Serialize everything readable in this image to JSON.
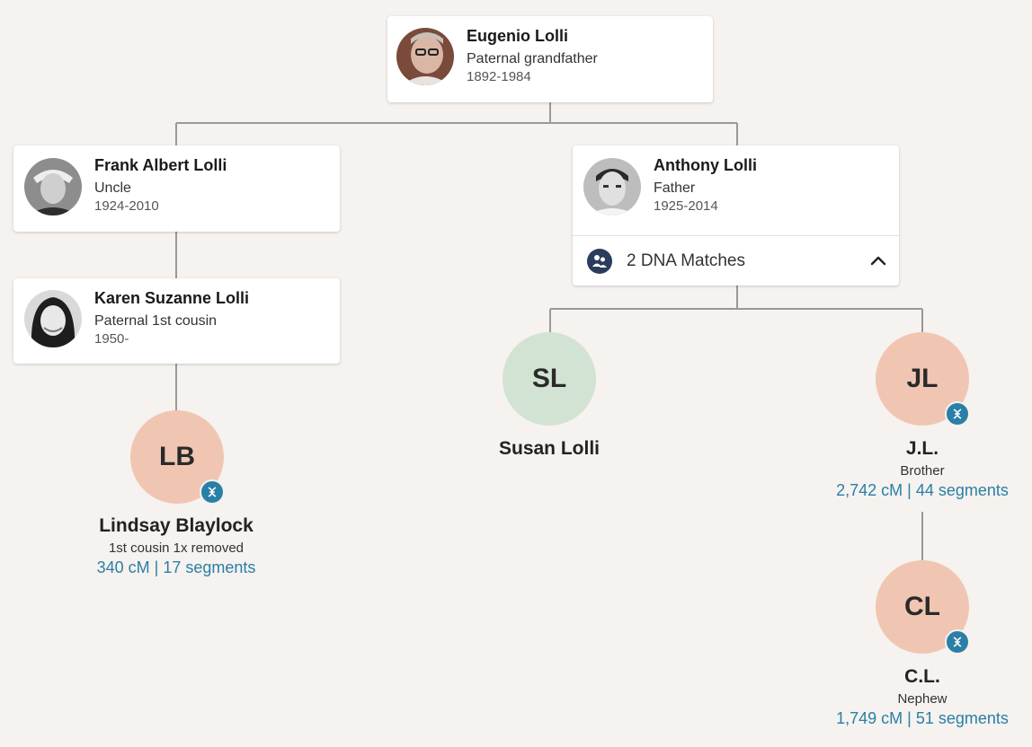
{
  "colors": {
    "background": "#f5f2ef",
    "line": "#999999",
    "link_blue": "#2a7fa6",
    "badge_blue": "#2a7fa6",
    "salmon": "#f0c6b3",
    "sage": "#d3e3d3",
    "dna_icon_bg": "#2b3d5c"
  },
  "people": {
    "eugenio": {
      "name": "Eugenio Lolli",
      "relationship": "Paternal grandfather",
      "dates": "1892-1984"
    },
    "frank": {
      "name": "Frank Albert Lolli",
      "relationship": "Uncle",
      "dates": "1924-2010"
    },
    "anthony": {
      "name": "Anthony Lolli",
      "relationship": "Father",
      "dates": "1925-2014"
    },
    "karen": {
      "name": "Karen Suzanne Lolli",
      "relationship": "Paternal 1st cousin",
      "dates": "1950-"
    }
  },
  "dna_matches_toggle": {
    "label": "2 DNA Matches",
    "icon": "people-group-icon",
    "chevron": "chevron-up-icon"
  },
  "matches": {
    "lindsay": {
      "initials": "LB",
      "name": "Lindsay Blaylock",
      "relationship": "1st cousin 1x removed",
      "shared_dna": "340 cM | 17 segments"
    },
    "susan": {
      "initials": "SL",
      "name": "Susan Lolli"
    },
    "jl": {
      "initials": "JL",
      "name": "J.L.",
      "relationship": "Brother",
      "shared_dna": "2,742 cM | 44 segments"
    },
    "cl": {
      "initials": "CL",
      "name": "C.L.",
      "relationship": "Nephew",
      "shared_dna": "1,749 cM | 51 segments"
    }
  }
}
